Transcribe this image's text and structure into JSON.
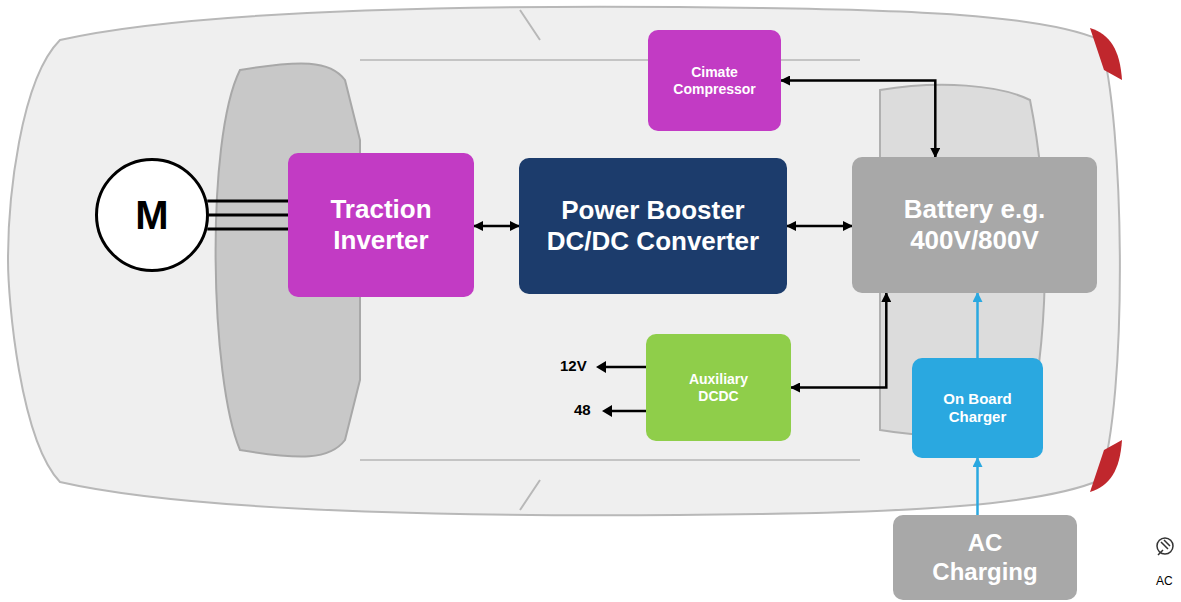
{
  "diagram": {
    "nodes": [
      {
        "text": [
          "M"
        ]
      },
      {
        "text": [
          "Traction Inverter"
        ]
      },
      {
        "text": [
          "Power Booster DC/DC Converter"
        ]
      },
      {
        "text": [
          "Cimate Compressor"
        ]
      },
      {
        "text": [
          "Battery e.g. 400V/800V"
        ]
      },
      {
        "text": [
          "Auxiliary DCDC"
        ]
      },
      {
        "text": [
          "On Board Charger"
        ]
      },
      {
        "text": [
          "AC Charging"
        ]
      }
    ],
    "edges": [
      {
        "from": 0,
        "to": 1,
        "arrow": "none"
      },
      {
        "from": 1,
        "to": 2,
        "arrow": "both"
      },
      {
        "from": 2,
        "to": 4,
        "arrow": "both"
      },
      {
        "from": 3,
        "to": 4,
        "arrow": "both"
      },
      {
        "from": 5,
        "to": 4,
        "arrow": "both"
      },
      {
        "from": 7,
        "to": 6,
        "arrow": "to"
      },
      {
        "from": 6,
        "to": 4,
        "arrow": "to"
      }
    ],
    "labels": [
      "12V",
      "48",
      "AC"
    ]
  }
}
